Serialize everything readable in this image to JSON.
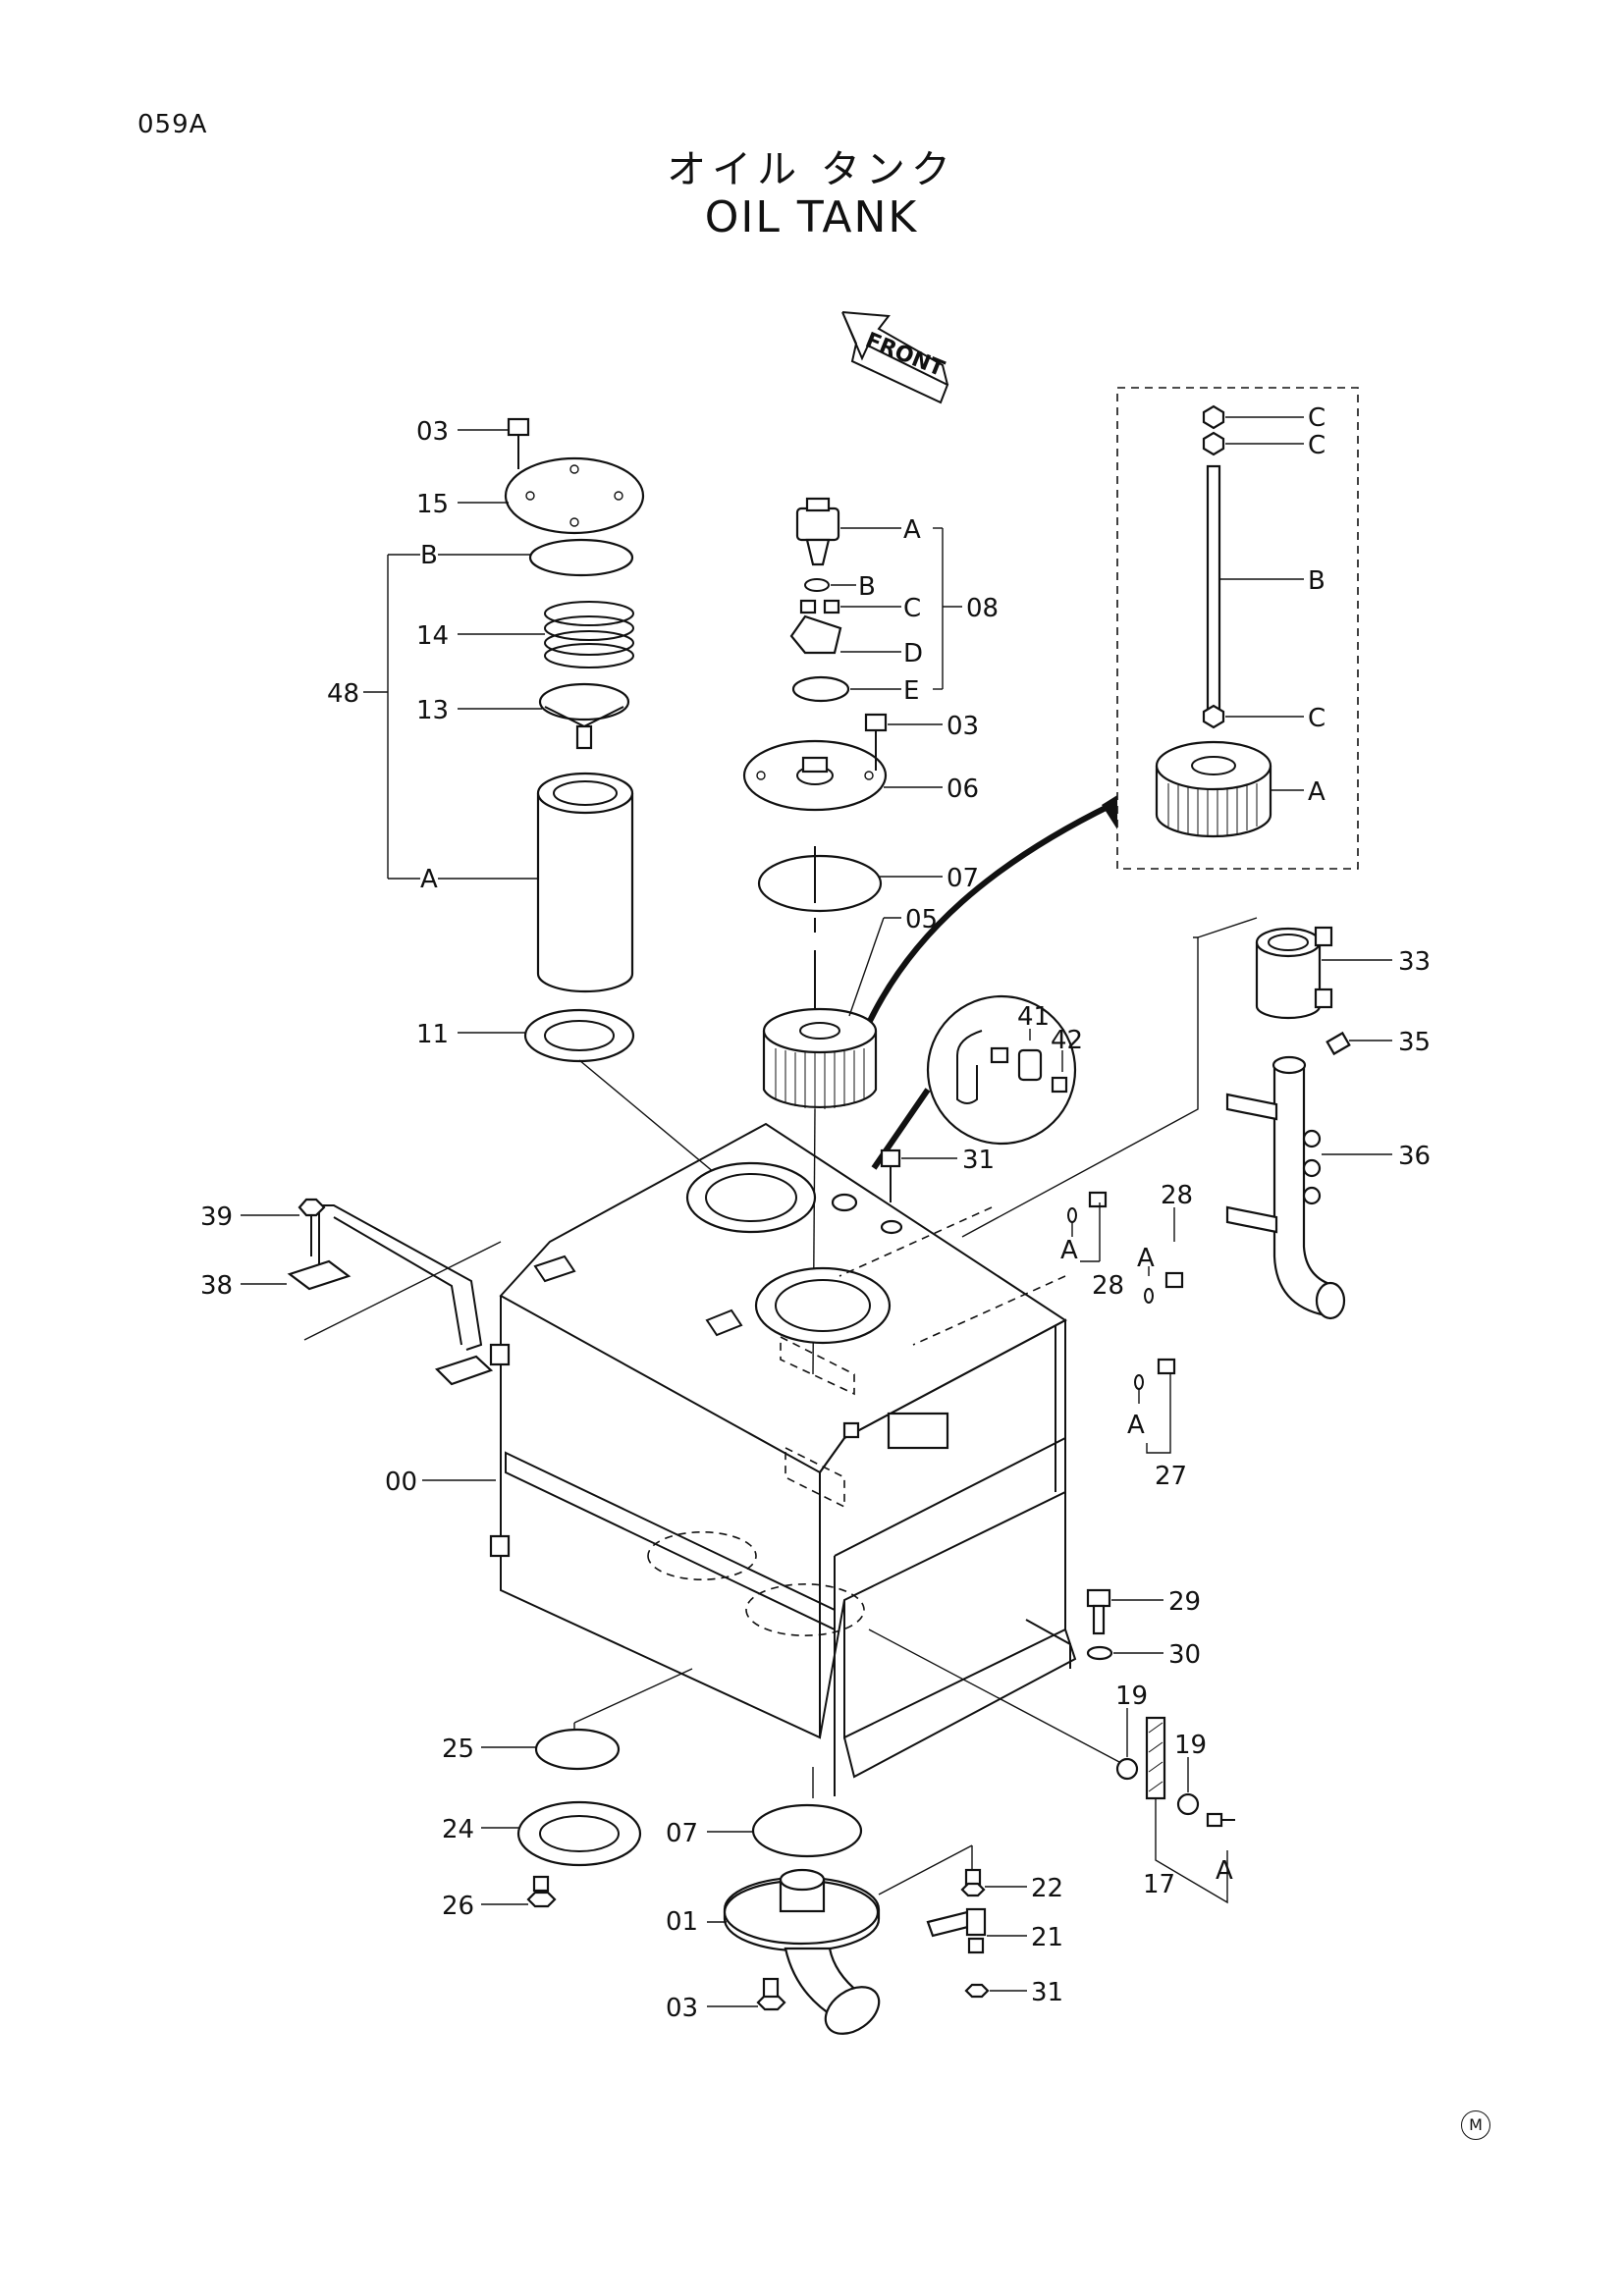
{
  "header": {
    "page_code": "059A",
    "title_jp": "オイル タンク",
    "title_en": "OIL TANK",
    "front_label": "FRONT",
    "corner_mark": "M"
  },
  "labels": {
    "p00": "00",
    "p01": "01",
    "p03a": "03",
    "p03b": "03",
    "p03c": "03",
    "p05": "05",
    "p06": "06",
    "p07a": "07",
    "p07b": "07",
    "p08": "08",
    "p11": "11",
    "p13": "13",
    "p14": "14",
    "p15": "15",
    "p17": "17",
    "p19a": "19",
    "p19b": "19",
    "p21": "21",
    "p22": "22",
    "p24": "24",
    "p25": "25",
    "p26": "26",
    "p27": "27",
    "p28a": "28",
    "p28b": "28",
    "p29": "29",
    "p30": "30",
    "p31a": "31",
    "p31b": "31",
    "p33": "33",
    "p35": "35",
    "p36": "36",
    "p38": "38",
    "p39": "39",
    "p41": "41",
    "p42": "42",
    "p48": "48",
    "sub_a1": "A",
    "sub_b1": "B",
    "sub_a2": "A",
    "sub_b2": "B",
    "sub_c2": "C",
    "sub_d2": "D",
    "sub_e2": "E",
    "sub_c3a": "C",
    "sub_c3b": "C",
    "sub_b3": "B",
    "sub_c3c": "C",
    "sub_a3": "A",
    "sub_a4": "A",
    "sub_a5": "A",
    "sub_a6": "A",
    "sub_a7": "A"
  }
}
